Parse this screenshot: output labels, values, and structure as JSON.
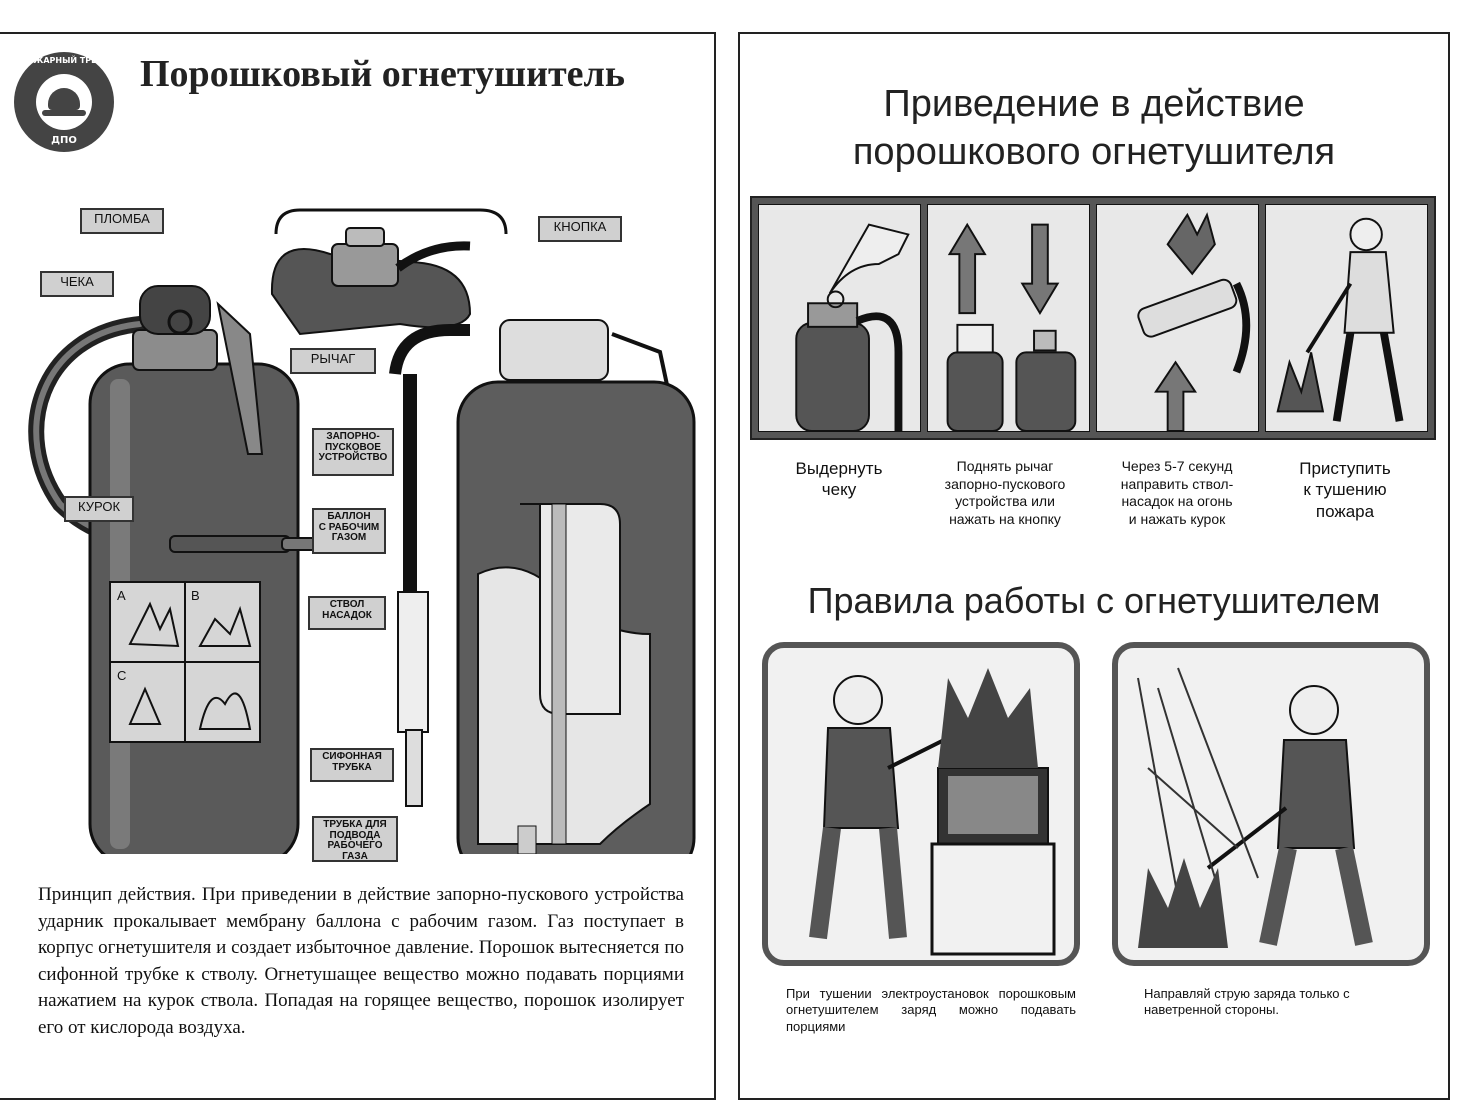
{
  "left": {
    "logo": {
      "top_text": "ПОЖАРНЫЙ ТРЕСТ",
      "bottom_text": "ДПО"
    },
    "title": "Порошковый огнетушитель",
    "labels": {
      "plomba": "ПЛОМБА",
      "cheka": "ЧЕКА",
      "knopka": "КНОПКА",
      "rychag": "РЫЧАГ",
      "zaporno": "ЗАПОРНО-\nПУСКОВОЕ\nУСТРОЙСТВО",
      "ballon": "БАЛЛОН\nС РАБОЧИМ\nГАЗОМ",
      "kurok": "КУРОК",
      "stvol": "СТВОЛ\nНАСАДОК",
      "sifon": "СИФОННАЯ\nТРУБКА",
      "trubka": "ТРУБКА ДЛЯ\nПОДВОДА\nРАБОЧЕГО ГАЗА"
    },
    "classes": {
      "a": "A",
      "b": "B",
      "c": "C"
    },
    "description": "Принцип действия. При приведении в действие запорно-пускового устройства ударник прокалывает мембрану баллона с рабочим газом. Газ поступает в корпус огнетушителя и создает избыточное давление. Порошок вытесняется по сифонной трубке к стволу. Огнетушащее вещество можно подавать порциями нажатием на курок ствола. Попадая на горящее вещество, порошок изолирует его от кислорода воздуха."
  },
  "right": {
    "title_line1": "Приведение в действие",
    "title_line2": "порошкового огнетушителя",
    "steps": [
      "Выдернуть\nчеку",
      "Поднять рычаг\nзапорно-пускового\nустройства или\nнажать на кнопку",
      "Через 5-7 секунд\nнаправить ствол-\nнасадок на огонь\nи нажать курок",
      "Приступить\nк тушению\nпожара"
    ],
    "subtitle": "Правила работы с огнетушителем",
    "rule1": "При тушении электроустановок порошковым огнетушителем заряд можно подавать порциями",
    "rule2": "Направляй струю заряда только с наветренной стороны."
  }
}
